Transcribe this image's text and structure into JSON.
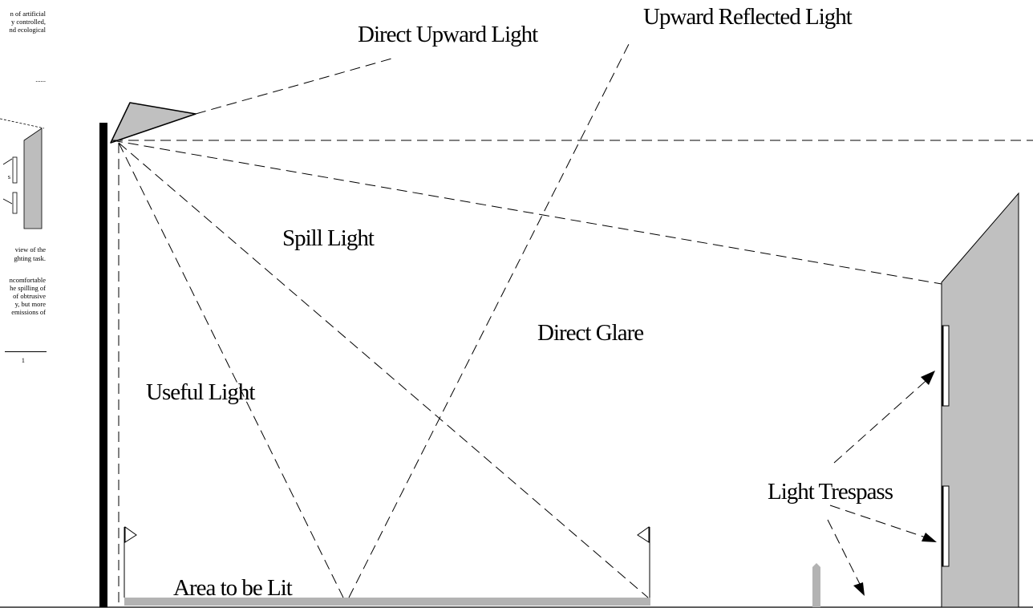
{
  "sidebar": {
    "lines_top": [
      "n of artificial",
      "y controlled,",
      "nd ecological"
    ],
    "dots": "......",
    "inset_label": "s",
    "lines_mid": [
      "view of the",
      "ghting task."
    ],
    "lines_bottom": [
      "ncomfortable",
      "he spilling of",
      "of obtrusive",
      "y, but more",
      "emissions of"
    ],
    "page_number": "1"
  },
  "labels": {
    "direct_upward": "Direct Upward Light",
    "upward_reflected": "Upward Reflected Light",
    "spill": "Spill Light",
    "direct_glare": "Direct Glare",
    "useful": "Useful Light",
    "light_trespass": "Light Trespass",
    "area_to_be_lit": "Area to be Lit"
  },
  "colors": {
    "fill_gray": "#c0c0c0",
    "line": "#000000",
    "ground_gray": "#b3b3b3"
  }
}
